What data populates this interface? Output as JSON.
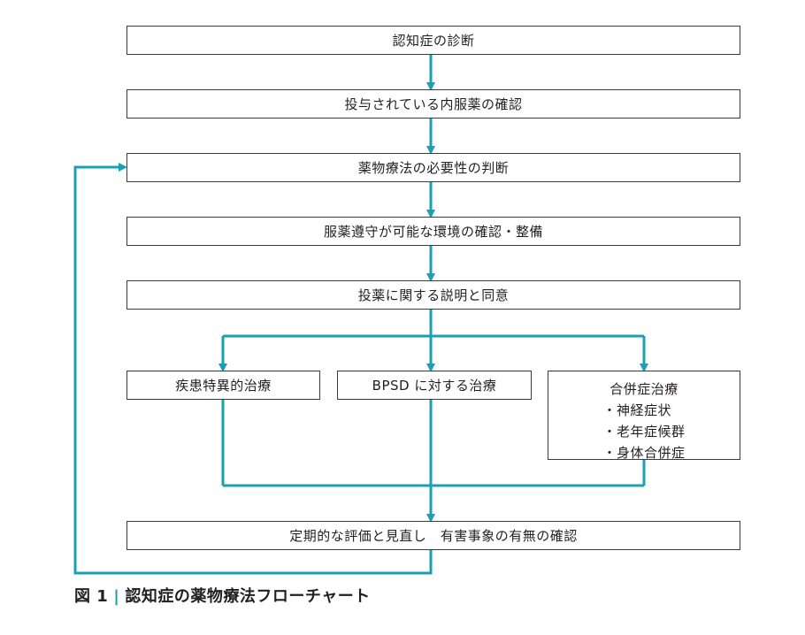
{
  "accent_color": "#1aa0b5",
  "border_color": "#3a3a3a",
  "steps": {
    "diagnosis": "認知症の診断",
    "current_meds": "投与されている内服薬の確認",
    "need": "薬物療法の必要性の判断",
    "adherence": "服薬遵守が可能な環境の確認・整備",
    "consent": "投薬に関する説明と同意",
    "disease_specific": "疾患特異的治療",
    "bpsd": "BPSD に対する治療",
    "comorbid": {
      "title": "合併症治療",
      "items": [
        "神経症状",
        "老年症候群",
        "身体合併症"
      ]
    },
    "review": "定期的な評価と見直し　有害事象の有無の確認"
  },
  "caption": {
    "figure_label": "図 1",
    "separator": "|",
    "title": "認知症の薬物療法フローチャート"
  }
}
